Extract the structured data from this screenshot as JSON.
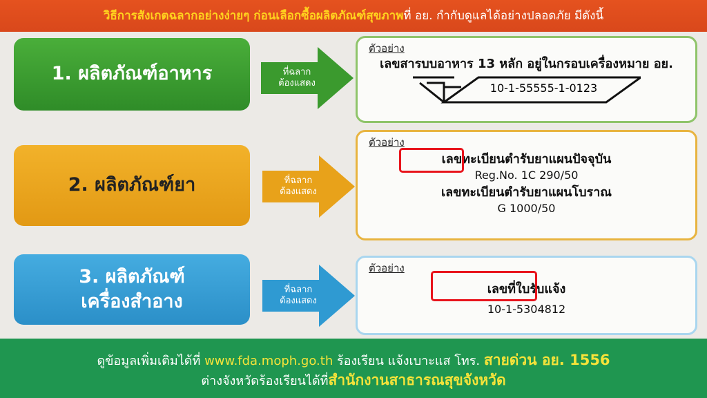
{
  "header": {
    "title_bold": "วิธีการสังเกตฉลากอย่างง่ายๆ ก่อนเลือกซื้อผลิตภัณฑ์สุขภาพ",
    "title_rest": " ที่ อย. กำกับดูแลได้อย่างปลอดภัย มีดังนี้"
  },
  "arrow_label_1": "ที่ฉลาก",
  "arrow_label_2": "ต้องแสดง",
  "example_label": "ตัวอย่าง",
  "rows": [
    {
      "category": "1. ผลิตภัณฑ์อาหาร",
      "line1": "เลขสารบบอาหาร 13 หลัก อยู่ในกรอบเครื่องหมาย อย.",
      "number": "10-1-55555-1-0123",
      "color": "#3b9a2e"
    },
    {
      "category": "2. ผลิตภัณฑ์ยา",
      "line1": "เลขทะเบียนตำรับยาแผนปัจจุบัน",
      "line2": "Reg.No. 1C 290/50",
      "line3": "เลขทะเบียนตำรับยาแผนโบราณ",
      "line4": "G 1000/50",
      "color": "#e8a21a"
    },
    {
      "category_1": "3. ผลิตภัณฑ์",
      "category_2": "เครื่องสำอาง",
      "line1": "เลขที่ใบรับแจ้ง",
      "line2": "10-1-5304812",
      "color": "#2f9ad2"
    }
  ],
  "footer": {
    "a": "ดูข้อมูลเพิ่มเติมได้ที่ ",
    "url": "www.fda.moph.go.th",
    "b": " ร้องเรียน แจ้งเบาะแส โทร. ",
    "hotline": "สายด่วน อย. 1556",
    "c": "ต่างจังหวัดร้องเรียนได้ที่",
    "office": "สำนักงานสาธารณสุขจังหวัด"
  }
}
